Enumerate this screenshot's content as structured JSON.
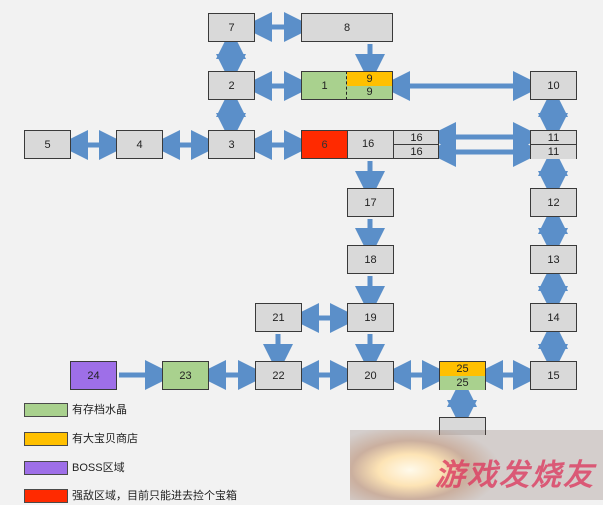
{
  "colors": {
    "save": "#a9d18e",
    "shop": "#ffc000",
    "boss": "#9e6fe8",
    "danger": "#ff2a00",
    "neutral": "#d9d9d9",
    "arrow": "#5b8fc9"
  },
  "rooms": {
    "r1": "1",
    "r2": "2",
    "r3": "3",
    "r4": "4",
    "r5": "5",
    "r6": "6",
    "r7": "7",
    "r8": "8",
    "r9a": "9",
    "r9b": "9",
    "r10": "10",
    "r11a": "11",
    "r11b": "11",
    "r12": "12",
    "r13": "13",
    "r14": "14",
    "r15": "15",
    "r16": "16",
    "r16a": "16",
    "r16b": "16",
    "r17": "17",
    "r18": "18",
    "r19": "19",
    "r20": "20",
    "r21": "21",
    "r22": "22",
    "r23": "23",
    "r24": "24",
    "r25a": "25",
    "r25b": "25"
  },
  "legend": [
    {
      "label": "有存档水晶",
      "color": "#a9d18e"
    },
    {
      "label": "有大宝贝商店",
      "color": "#ffc000"
    },
    {
      "label": "BOSS区域",
      "color": "#9e6fe8"
    },
    {
      "label": "强敌区域，目前只能进去捡个宝箱",
      "color": "#ff2a00"
    }
  ],
  "watermark": "游戏发烧友"
}
